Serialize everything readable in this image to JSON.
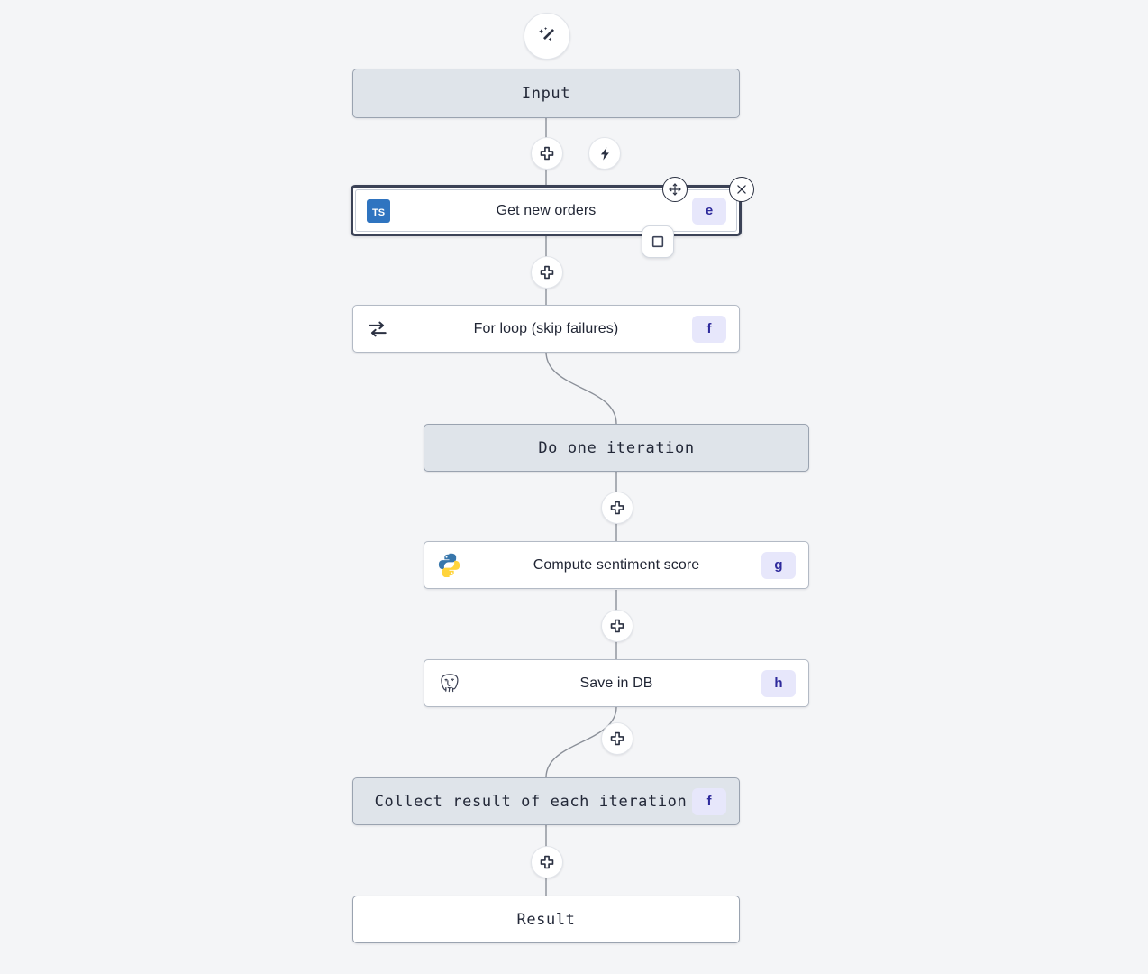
{
  "canvas": {
    "background_color": "#f4f5f7",
    "accent_badge_bg": "#e7e7fb",
    "accent_badge_fg": "#2e2a9c",
    "virtual_node_bg": "#dfe4ea",
    "selected_border_color": "#3b4256"
  },
  "toolbar": {
    "ai_assistant_icon": "magic-wand-icon",
    "ai_assistant_label": ""
  },
  "nodes": [
    {
      "id": "input",
      "label": "Input",
      "kind": "virtual",
      "icon": "",
      "badge": ""
    },
    {
      "id": "get-new-orders",
      "label": "Get new orders",
      "kind": "step",
      "icon": "typescript-icon",
      "badge": "e",
      "selected": true
    },
    {
      "id": "for-loop",
      "label": "For loop (skip failures)",
      "kind": "step",
      "icon": "loop-icon",
      "badge": "f"
    },
    {
      "id": "do-one-iteration",
      "label": "Do one iteration",
      "kind": "virtual",
      "icon": "",
      "badge": ""
    },
    {
      "id": "compute-sentiment-score",
      "label": "Compute sentiment score",
      "kind": "step",
      "icon": "python-icon",
      "badge": "g"
    },
    {
      "id": "save-in-db",
      "label": "Save in DB",
      "kind": "step",
      "icon": "postgresql-icon",
      "badge": "h"
    },
    {
      "id": "collect-result",
      "label": "Collect result of each iteration",
      "kind": "virtual",
      "icon": "",
      "badge": "f"
    },
    {
      "id": "result",
      "label": "Result",
      "kind": "virtual-plain",
      "icon": "",
      "badge": ""
    }
  ],
  "edge_buttons": [
    {
      "id": "add-after-input",
      "icon": "plus-icon"
    },
    {
      "id": "trigger-after-input",
      "icon": "lightning-icon"
    },
    {
      "id": "add-after-get-new-orders",
      "icon": "plus-icon"
    },
    {
      "id": "add-after-do-one-iteration",
      "icon": "plus-icon"
    },
    {
      "id": "add-after-compute-sentiment-score",
      "icon": "plus-icon"
    },
    {
      "id": "add-after-save-in-db",
      "icon": "plus-icon"
    },
    {
      "id": "add-after-collect-result",
      "icon": "plus-icon"
    }
  ],
  "selection_controls": [
    {
      "id": "move-handle",
      "icon": "move-icon"
    },
    {
      "id": "delete-node",
      "icon": "close-icon"
    },
    {
      "id": "stop-node",
      "icon": "square-icon"
    }
  ]
}
